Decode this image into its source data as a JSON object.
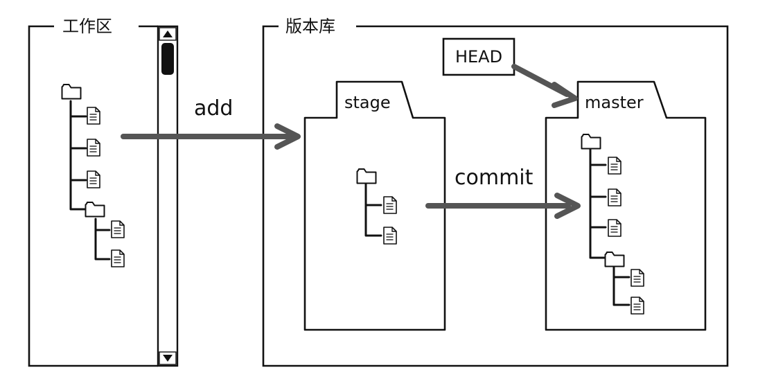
{
  "working_area": {
    "title": "工作区"
  },
  "repository": {
    "title": "版本库"
  },
  "stage": {
    "label": "stage"
  },
  "master": {
    "label": "master"
  },
  "head": {
    "label": "HEAD"
  },
  "actions": {
    "add": "add",
    "commit": "commit"
  },
  "colors": {
    "arrow": "#555555",
    "line": "#111111",
    "background": "#ffffff"
  },
  "icons": {
    "folder": "folder-icon",
    "file": "file-icon",
    "scroll_up": "arrow-up-icon",
    "scroll_down": "arrow-down-icon"
  }
}
